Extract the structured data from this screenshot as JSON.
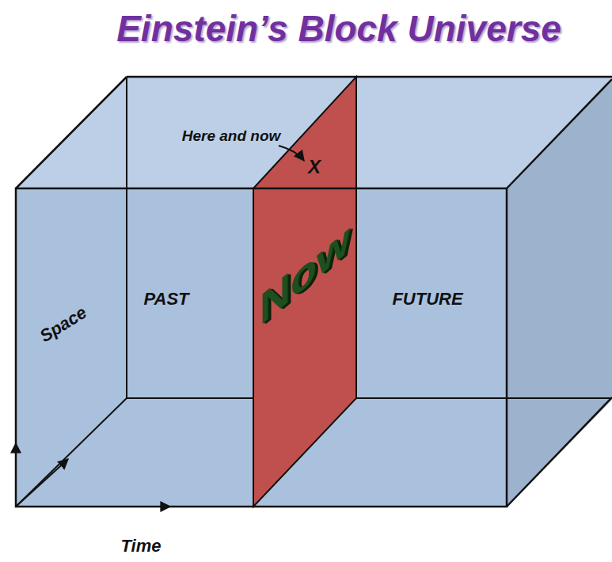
{
  "diagram": {
    "title": "Einstein’s Block Universe",
    "labels": [
      "Here and now",
      "X",
      "Space",
      "PAST",
      "Now",
      "FUTURE",
      "Time"
    ]
  }
}
